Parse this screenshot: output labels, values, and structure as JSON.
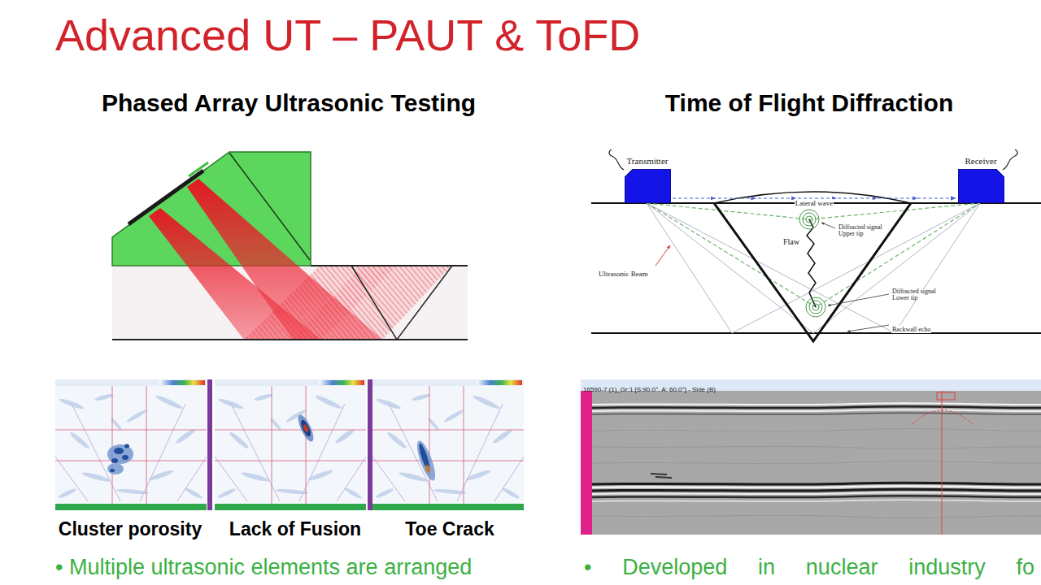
{
  "diagram": {
    "title": "Advanced UT – PAUT & ToFD",
    "nodes": [
      {
        "text": [
          "Transmitter"
        ]
      },
      {
        "text": [
          "Receiver"
        ]
      }
    ],
    "edges": [
      {
        "from": 0,
        "to": 1,
        "arrow": "to",
        "label": "Lateral wave"
      }
    ],
    "labels": [
      "Phased Array Ultrasonic Testing",
      "Time of Flight Diffraction",
      "Cluster porosity",
      "Lack of Fusion",
      "Toe Crack",
      "• Multiple ultrasonic elements are arranged",
      "• Developed in nuclear industry fo",
      "Flaw",
      "Diffracted signal Upper tip",
      "Diffracted signal Lower tip",
      "Ultrasonic Beam",
      "Backwall echo",
      "16590-7 (1)_Gr:1 [S:90.0°, A: 60.0°] - Side (B)"
    ]
  }
}
